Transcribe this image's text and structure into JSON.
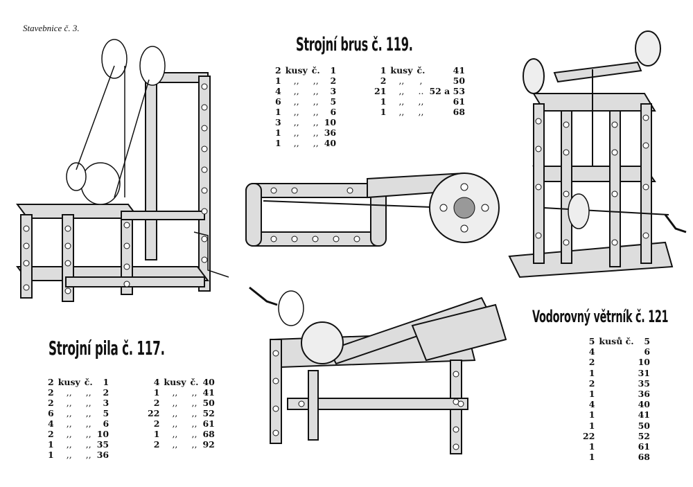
{
  "page_header": "Stavebnice č. 3.",
  "models": [
    {
      "title": "Strojní brus č. 119.",
      "parts_left": [
        {
          "qty": "2",
          "unit": "kusy",
          "ditto": "č.",
          "no": "1"
        },
        {
          "qty": "1",
          "unit": ",,",
          "ditto": ",,",
          "no": "2"
        },
        {
          "qty": "4",
          "unit": ",,",
          "ditto": ",,",
          "no": "3"
        },
        {
          "qty": "6",
          "unit": ",,",
          "ditto": ",,",
          "no": "5"
        },
        {
          "qty": "1",
          "unit": ",,",
          "ditto": ",,",
          "no": "6"
        },
        {
          "qty": "3",
          "unit": ",,",
          "ditto": ",,",
          "no": "10"
        },
        {
          "qty": "1",
          "unit": ",,",
          "ditto": ",,",
          "no": "36"
        },
        {
          "qty": "1",
          "unit": ",,",
          "ditto": ",,",
          "no": "40"
        }
      ],
      "parts_right": [
        {
          "qty": "1",
          "unit": "kusy",
          "ditto": "č.",
          "no": "41"
        },
        {
          "qty": "2",
          "unit": ",,",
          "ditto": ",",
          "no": "50"
        },
        {
          "qty": "21",
          "unit": ",,",
          "ditto": "..",
          "no": "52 a 53"
        },
        {
          "qty": "1",
          "unit": ",,",
          "ditto": ",,",
          "no": "61"
        },
        {
          "qty": "1",
          "unit": ",,",
          "ditto": ",,",
          "no": "68"
        }
      ]
    },
    {
      "title": "Strojní pila č. 117.",
      "parts_left": [
        {
          "qty": "2",
          "unit": "kusy",
          "ditto": "č.",
          "no": "1"
        },
        {
          "qty": "2",
          "unit": ",,",
          "ditto": ",,",
          "no": "2"
        },
        {
          "qty": "2",
          "unit": ",,",
          "ditto": ",,",
          "no": "3"
        },
        {
          "qty": "6",
          "unit": ",,",
          "ditto": ",,",
          "no": "5"
        },
        {
          "qty": "4",
          "unit": ",,",
          "ditto": ",,",
          "no": "6"
        },
        {
          "qty": "2",
          "unit": ",,",
          "ditto": ",,",
          "no": "10"
        },
        {
          "qty": "1",
          "unit": ",,",
          "ditto": ",,",
          "no": "35"
        },
        {
          "qty": "1",
          "unit": ",,",
          "ditto": ",,",
          "no": "36"
        }
      ],
      "parts_right": [
        {
          "qty": "4",
          "unit": "kusy",
          "ditto": "č.",
          "no": "40"
        },
        {
          "qty": "1",
          "unit": ",,",
          "ditto": ",,",
          "no": "41"
        },
        {
          "qty": "2",
          "unit": ",,",
          "ditto": ",,",
          "no": "50"
        },
        {
          "qty": "22",
          "unit": ",,",
          "ditto": ",,",
          "no": "52"
        },
        {
          "qty": "2",
          "unit": ",,",
          "ditto": ",,",
          "no": "61"
        },
        {
          "qty": "1",
          "unit": ",,",
          "ditto": ",,",
          "no": "68"
        },
        {
          "qty": "2",
          "unit": ",,",
          "ditto": ",,",
          "no": "92"
        }
      ]
    },
    {
      "title": "Vodorovný větrník č. 121",
      "header_unit": "kusů č.",
      "parts": [
        {
          "qty": "5",
          "no": "5"
        },
        {
          "qty": "4",
          "no": "6"
        },
        {
          "qty": "2",
          "no": "10"
        },
        {
          "qty": "1",
          "no": "31"
        },
        {
          "qty": "2",
          "no": "35"
        },
        {
          "qty": "1",
          "no": "36"
        },
        {
          "qty": "4",
          "no": "40"
        },
        {
          "qty": "1",
          "no": "41"
        },
        {
          "qty": "1",
          "no": "50"
        },
        {
          "qty": "22",
          "no": "52"
        },
        {
          "qty": "1",
          "no": "61"
        },
        {
          "qty": "1",
          "no": "68"
        }
      ]
    }
  ]
}
